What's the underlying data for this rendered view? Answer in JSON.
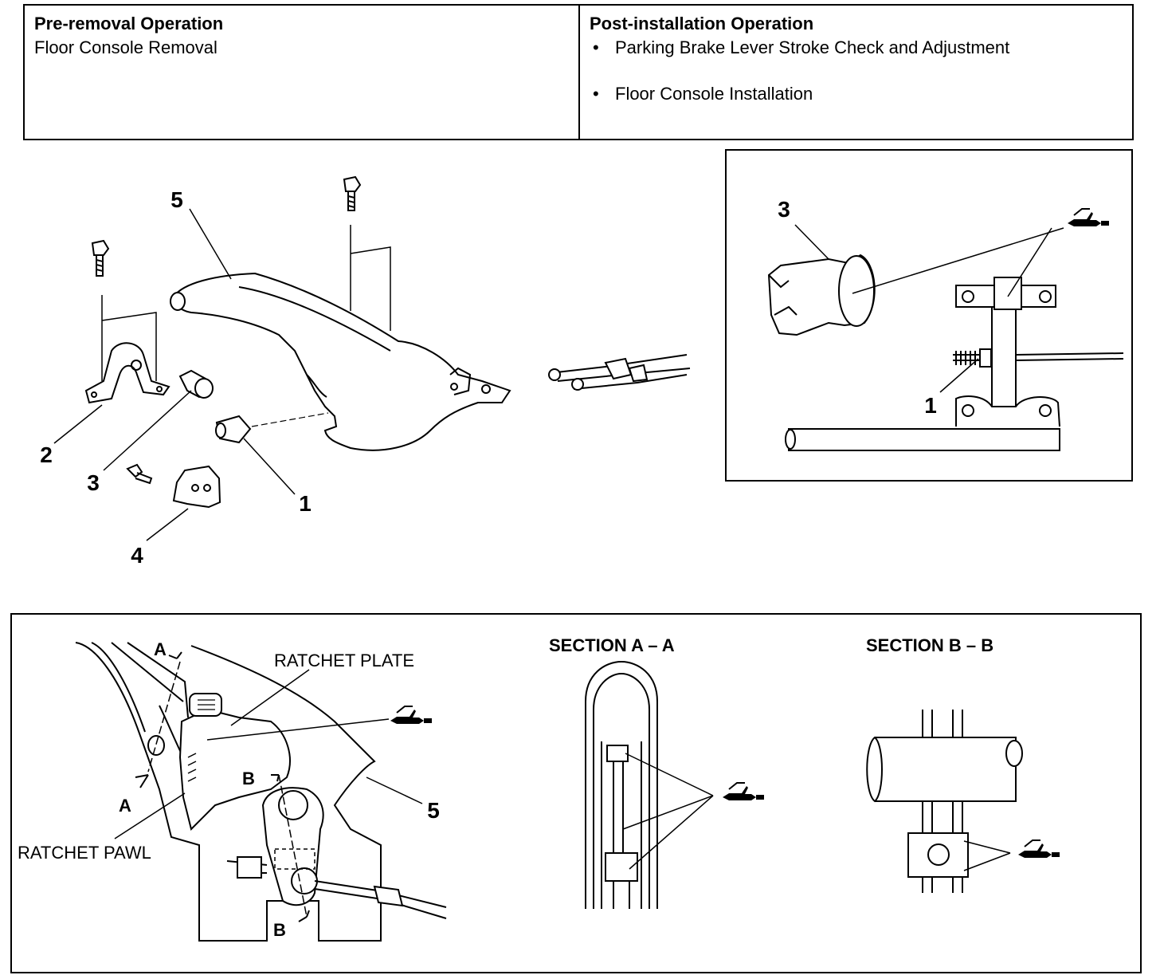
{
  "operations": {
    "pre_removal": {
      "heading": "Pre-removal Operation",
      "items": [
        "Floor Console Removal"
      ]
    },
    "post_installation": {
      "heading": "Post-installation Operation",
      "items": [
        "Parking Brake Lever Stroke Check and Adjustment",
        "Floor Console Installation"
      ]
    }
  },
  "exploded_view": {
    "callouts": [
      "1",
      "2",
      "3",
      "4",
      "5"
    ]
  },
  "detail_view": {
    "callouts": [
      "3",
      "1"
    ]
  },
  "lower_panel": {
    "ratchet_plate": "RATCHET PLATE",
    "ratchet_pawl": "RATCHET PAWL",
    "section_a_title": "SECTION A – A",
    "section_b_title": "SECTION B – B",
    "markers": [
      "A",
      "A",
      "B",
      "B",
      "5"
    ]
  },
  "icons": {
    "grease": "grease-gun-icon"
  }
}
